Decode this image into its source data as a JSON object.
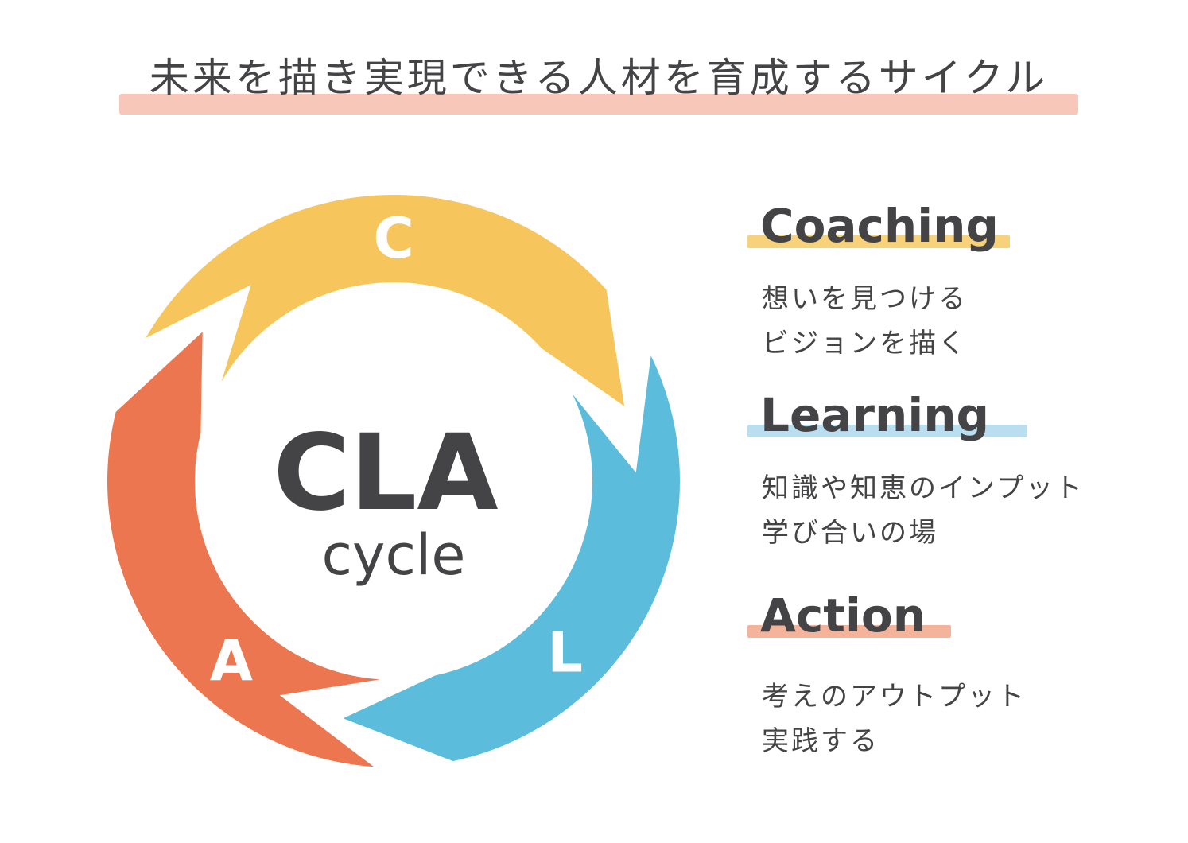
{
  "title": "未来を描き実現できる人材を育成するサイクル",
  "diagram": {
    "center_main": "CLA",
    "center_sub": "cycle",
    "segments": [
      {
        "letter": "C",
        "color": "#f6c65c"
      },
      {
        "letter": "L",
        "color": "#5cbcdb"
      },
      {
        "letter": "A",
        "color": "#ec7650"
      }
    ]
  },
  "legend": {
    "coaching": {
      "title": "Coaching",
      "marker_color": "#f8d27a",
      "lines": [
        "想いを見つける",
        "ビジョンを描く"
      ]
    },
    "learning": {
      "title": "Learning",
      "marker_color": "#b9def0",
      "lines": [
        "知識や知恵のインプット",
        "学び合いの場"
      ]
    },
    "action": {
      "title": "Action",
      "marker_color": "#f4b49c",
      "lines": [
        "考えのアウトプット",
        "実践する"
      ]
    }
  }
}
